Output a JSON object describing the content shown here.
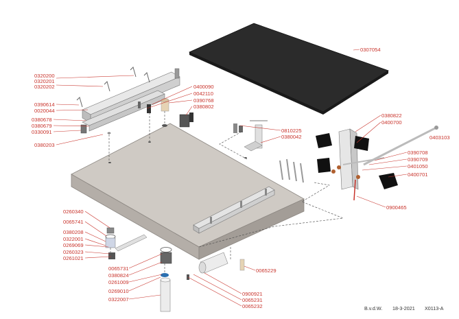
{
  "colors": {
    "label": "#c8322a",
    "mat": "#2b2b2b",
    "base_top": "#cfcac4",
    "base_side": "#b4aea8",
    "metal": "#c9c9c9",
    "dark": "#222222"
  },
  "labels": {
    "l0307054": "0307054",
    "l0320200": "0320200",
    "l0320201": "0320201",
    "l0320202": "0320202",
    "l0390614": "0390614",
    "l0020044": "0020044",
    "l0380678": "0380678",
    "l0380679": "0380679",
    "l0330091": "0330091",
    "l0380203": "0380203",
    "l0400090": "0400090",
    "l0042110": "0042110",
    "l0390768": "0390768",
    "l0380802": "0380802",
    "l0810225": "0810225",
    "l0380042": "0380042",
    "l0380822": "0380822",
    "l0400700": "0400700",
    "l0403103": "0403103",
    "l0390708": "0390708",
    "l0390709": "0390709",
    "l0401050": "0401050",
    "l0400701": "0400701",
    "l0900465": "0900465",
    "l0260340": "0260340",
    "l0065741": "0065741",
    "l0380208": "0380208",
    "l0322001": "0322001",
    "l0269069": "0269069",
    "l0260323": "0260323",
    "l0261021": "0261021",
    "l0065731": "0065731",
    "l0380824": "0380824",
    "l0261009": "0261009",
    "l0269010": "0269010",
    "l0322007": "0322007",
    "l0065229": "0065229",
    "l0900921": "0900921",
    "l0065231": "0065231",
    "l0065232": "0065232"
  },
  "footer": {
    "author": "B.v.d.W.",
    "date": "18-3-2021",
    "code": "X0113-A"
  }
}
